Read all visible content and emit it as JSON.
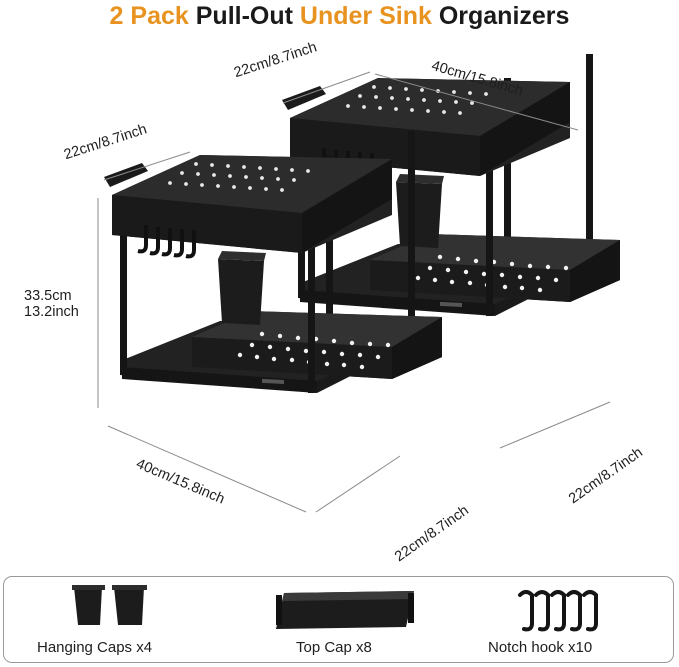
{
  "title": {
    "part1": "2 Pack",
    "part2": " Pull-Out ",
    "part3": "Under Sink",
    "part4": " Organizers"
  },
  "colors": {
    "accent": "#e8931f",
    "product": "#1c1c1c",
    "text": "#1e1e1e",
    "box_border": "#9a9a9a"
  },
  "dimensions": {
    "back_top_depth": "22cm/8.7inch",
    "back_top_width": "40cm/15.8inch",
    "front_top_depth": "22cm/8.7inch",
    "height_cm": "33.5cm",
    "height_inch": "13.2inch",
    "front_bottom_width": "40cm/15.8inch",
    "front_bottom_depth": "22cm/8.7inch",
    "back_bottom_depth": "22cm/8.7inch"
  },
  "accessories": [
    {
      "icon": "hanging-cup-icon",
      "label": "Hanging Caps x4"
    },
    {
      "icon": "top-cap-icon",
      "label": "Top Cap x8"
    },
    {
      "icon": "notch-hook-icon",
      "label": "Notch hook x10"
    }
  ]
}
